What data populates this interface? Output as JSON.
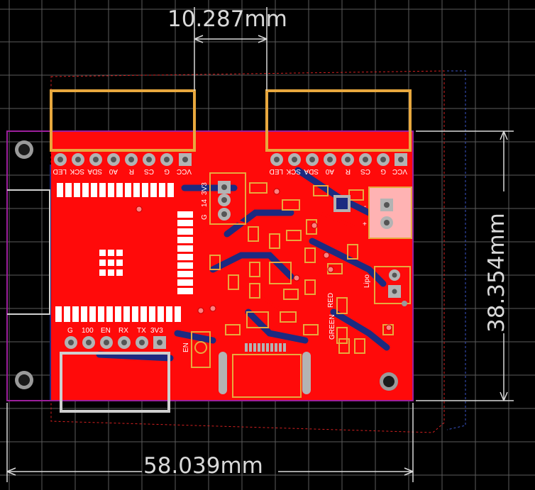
{
  "dimensions": {
    "top_width": "10.287mm",
    "overall_width": "58.039mm",
    "overall_height": "38.354mm"
  },
  "header_left_labels": [
    "LED",
    "SCK",
    "SDA",
    "A0",
    "R",
    "CS",
    "G",
    "VCC"
  ],
  "header_right_labels": [
    "LED",
    "SCK",
    "SDA",
    "A0",
    "R",
    "CS",
    "G",
    "VCC"
  ],
  "bottom_header_labels": [
    "G",
    "100",
    "EN",
    "RX",
    "TX",
    "3V3"
  ],
  "small_header_labels": [
    "G",
    "14",
    "3V3"
  ],
  "misc_labels": {
    "en_button": "EN",
    "lipo": "Lipo",
    "led_red": "RED",
    "led_green": "GREEN",
    "plus": "+",
    "minus": "-"
  },
  "colors": {
    "board": "#000000",
    "grid": "#5c5c5c",
    "copper_top": "#ff0a0a",
    "copper_bottom": "#1c2a80",
    "silkscreen": "#ffffff",
    "pad": "#b3b3b3",
    "outline": "#e8a83e",
    "keepout": "#9c1f9c"
  }
}
